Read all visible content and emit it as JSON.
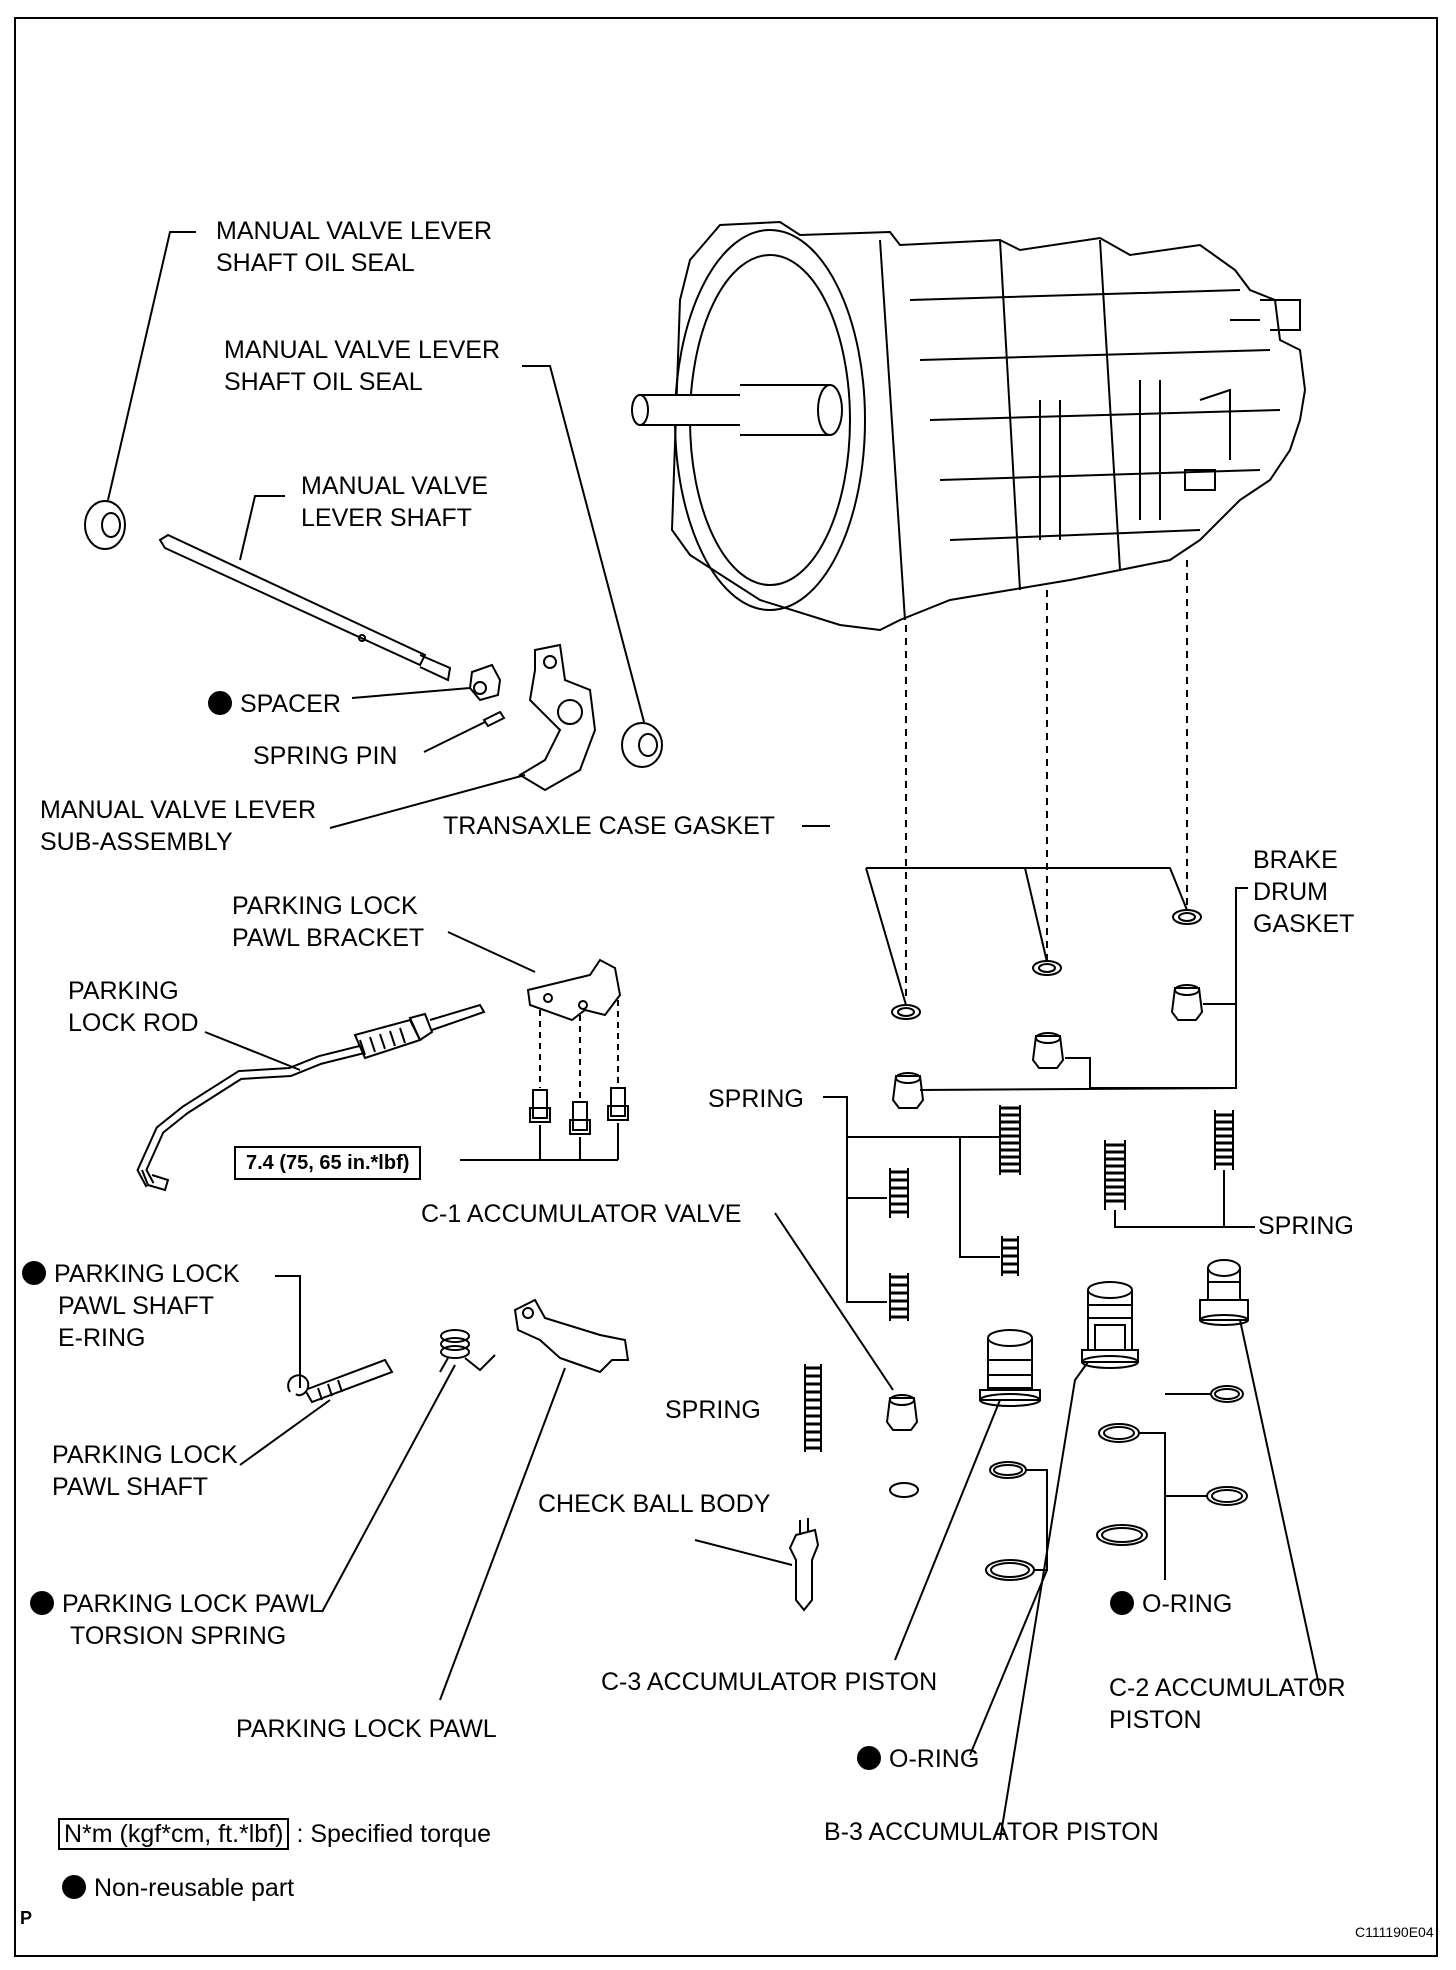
{
  "labels": {
    "mv_seal_1": [
      "MANUAL VALVE LEVER",
      "SHAFT OIL SEAL"
    ],
    "mv_seal_2": [
      "MANUAL VALVE LEVER",
      "SHAFT OIL SEAL"
    ],
    "mv_shaft": [
      "MANUAL VALVE",
      "LEVER SHAFT"
    ],
    "spacer": "SPACER",
    "spring_pin": "SPRING PIN",
    "mv_lever": [
      "MANUAL VALVE LEVER",
      "SUB-ASSEMBLY"
    ],
    "case_gasket": "TRANSAXLE CASE GASKET",
    "brake_drum_gasket": [
      "BRAKE",
      "DRUM",
      "GASKET"
    ],
    "pl_bracket": [
      "PARKING LOCK",
      "PAWL BRACKET"
    ],
    "pl_rod": [
      "PARKING",
      "LOCK ROD"
    ],
    "torque": "7.4 (75, 65 in.*lbf)",
    "spring_top": "SPRING",
    "c1_valve": "C-1 ACCUMULATOR VALVE",
    "spring_right": "SPRING",
    "pl_eclip": [
      "PARKING LOCK",
      "PAWL SHAFT",
      "E-RING"
    ],
    "spring_mid": "SPRING",
    "pl_shaft": [
      "PARKING LOCK",
      "PAWL SHAFT"
    ],
    "check_ball": "CHECK BALL BODY",
    "pl_torsion": [
      "PARKING LOCK PAWL",
      "TORSION SPRING"
    ],
    "oring_right": "O-RING",
    "c3_piston": "C-3 ACCUMULATOR PISTON",
    "c2_piston": [
      "C-2 ACCUMULATOR",
      "PISTON"
    ],
    "pl_pawl": "PARKING LOCK PAWL",
    "oring_bottom": "O-RING",
    "b3_piston": "B-3 ACCUMULATOR PISTON"
  },
  "legend": {
    "torque_units": "N*m (kgf*cm, ft.*lbf)",
    "torque_text": ": Specified torque",
    "nonreusable_text": "Non-reusable part"
  },
  "footer": {
    "left_mark": "P",
    "figure_id": "C111190E04"
  }
}
